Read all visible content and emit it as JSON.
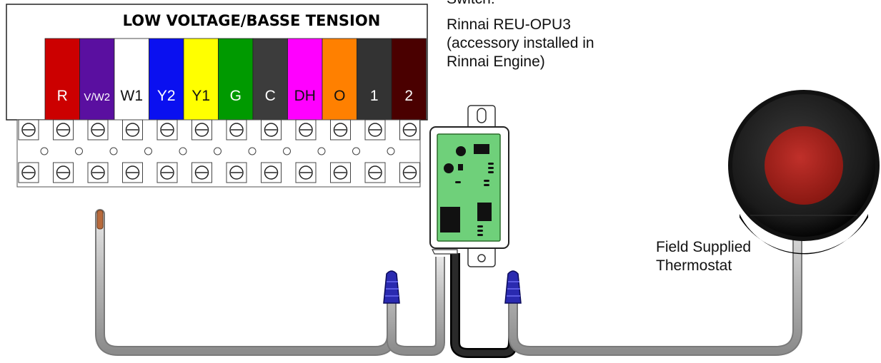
{
  "terminal_block": {
    "title": "LOW VOLTAGE/BASSE TENSION",
    "terminals": [
      {
        "label": "R",
        "color": "#cc0000",
        "text_color": "#ffffff"
      },
      {
        "label": "V/W2",
        "color": "#5a0fa0",
        "text_color": "#ffffff"
      },
      {
        "label": "W1",
        "color": "#ffffff",
        "text_color": "#111111"
      },
      {
        "label": "Y2",
        "color": "#0a10f0",
        "text_color": "#ffffff"
      },
      {
        "label": "Y1",
        "color": "#ffff00",
        "text_color": "#111111"
      },
      {
        "label": "G",
        "color": "#009a00",
        "text_color": "#ffffff"
      },
      {
        "label": "C",
        "color": "#3c3c3c",
        "text_color": "#ffffff"
      },
      {
        "label": "DH",
        "color": "#ff00ff",
        "text_color": "#111111"
      },
      {
        "label": "O",
        "color": "#ff8000",
        "text_color": "#111111"
      },
      {
        "label": "1",
        "color": "#333333",
        "text_color": "#ffffff"
      },
      {
        "label": "2",
        "color": "#4a0000",
        "text_color": "#ffffff"
      }
    ]
  },
  "switch_note": {
    "line1": "Switch:",
    "line2": "Rinnai REU-OPU3",
    "line3": "(accessory installed in",
    "line4": "Rinnai Engine)"
  },
  "thermostat_note": {
    "line1": "Field Supplied",
    "line2": "Thermostat"
  },
  "colors": {
    "board_green": "#6fd07a",
    "wire_gray": "#b8b8b8",
    "wire_black": "#1a1a1a",
    "wire_nut_blue": "#2a2ab0",
    "copper": "#b86a3c",
    "thermostat_red": "#a8201c"
  }
}
